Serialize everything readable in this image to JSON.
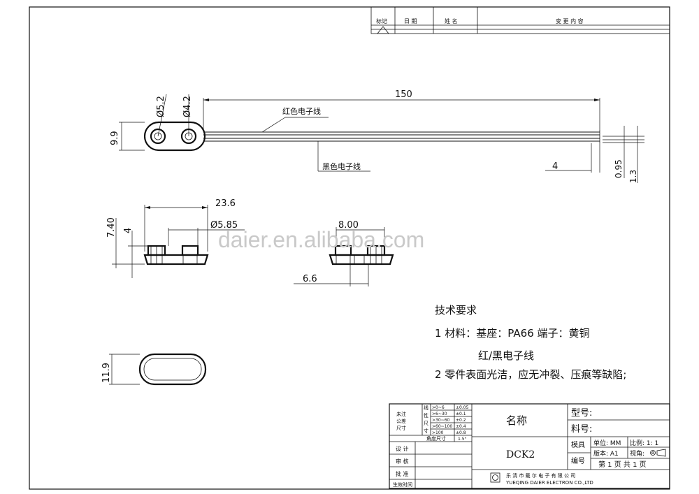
{
  "revision_table": {
    "headers": [
      "标记",
      "日 期",
      "姓 名",
      "变 更 内 容"
    ]
  },
  "dimensions": {
    "length_150": "150",
    "dia_5_2": "Ø5.2",
    "dia_4_2": "Ø4.2",
    "h_9_9": "9.9",
    "red_wire": "红色电子线",
    "black_wire": "黑色电子线",
    "strip_4": "4",
    "d_0_95": "0.95",
    "d_1_3": "1.3",
    "w_23_6": "23.6",
    "h_7_40": "7.40",
    "h_4": "4",
    "dia_5_85": "Ø5.85",
    "pitch_8_00": "8.00",
    "offset_6_6": "6.6",
    "h_11_9": "11.9"
  },
  "watermark": "daier.en.alibaba.com",
  "tech": {
    "title": "技术要求",
    "line1": "1 材料：基座：PA66    端子：黄铜",
    "line1b": "红/黑电子线",
    "line2": "2 零件表面光洁，应无冲裂、压痕等缺陷;"
  },
  "title_block": {
    "tol_label": [
      "未注",
      "公差",
      "尺寸"
    ],
    "linear_label": [
      "线",
      "性",
      "尺",
      "寸"
    ],
    "ranges": [
      ">0~6",
      ">6~30",
      ">30~60",
      ">60~100",
      ">100"
    ],
    "tols": [
      "±0.05",
      "±0.1",
      "±0.2",
      "±0.4",
      "±0.8"
    ],
    "angle_label": "角度尺寸",
    "angle_tol": "1.5°",
    "design": "设  计",
    "review": "审  核",
    "approve": "批  准",
    "production_time": "生效时间",
    "name_label": "名称",
    "model_label": "型号:",
    "part_no_label": "料号:",
    "product": "DCK2",
    "mold_label": "模具",
    "code_label": "编号",
    "unit": "单位: MM",
    "scale": "比例: 1: 1",
    "version": "版本: A1",
    "view": "视角:",
    "page": "第 1 页  共 1 页",
    "company_cn": "乐 清 市 戴 尔 电 子 有 限 公 司",
    "company_en": "YUEQING DAIER ELECTRON CO.,LTD"
  }
}
